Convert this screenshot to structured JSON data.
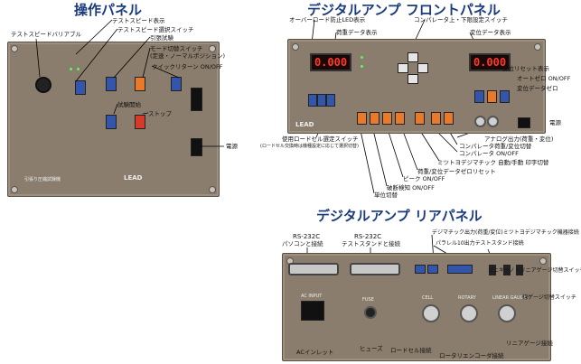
{
  "titles": {
    "operation": "操作パネル",
    "front": "デジタルアンプ フロントパネル",
    "rear": "デジタルアンプ リアパネル"
  },
  "operation_labels": {
    "speed_variable": "テストスピードバリアブル",
    "speed_display": "テストスピード表示",
    "speed_select": "テストスピード選択スイッチ",
    "pull_test": "引張試験",
    "mode_switch": "モード切替スイッチ",
    "mode_switch_sub": "(定速・ノーマルポジション)",
    "quick_return": "クイックリターン ON/OFF",
    "test_start": "試験開始",
    "stop": "ストップ",
    "power": "電源",
    "panel_text": "引張り圧縮試験機",
    "logo": "LEAD"
  },
  "front_labels": {
    "overload_led": "オーバーロード防止LED表示",
    "load_display": "荷重データ表示",
    "comparator_switch": "コンパレータ上・下限設定スイッチ",
    "disp_display": "変位データ表示",
    "disp_reset": "変位リセット表示",
    "auto_zero": "オートゼロ ON/OFF",
    "disp_zero": "変位データゼロ",
    "power": "電源",
    "analog_out": "アナログ出力(荷重・変位)",
    "comp_select": "コンパレータ荷重/変位切替",
    "comp_onoff": "コンパレータ ON/OFF",
    "mitutoyo": "ミツトヨデジマチック 自動/手動 印字切替",
    "load_zero": "荷重/変位データゼロリセット",
    "peak": "ピーク ON/OFF",
    "break_detect": "破断検知 ON/OFF",
    "unit_switch": "単位切替",
    "loadcell_select": "使用ロードセル選定スイッチ",
    "loadcell_note": "(ロードセル交換時は機種設定に応じて選択切替)",
    "display_1": "0.000",
    "display_2": "0.000",
    "logo": "LEAD"
  },
  "rear_labels": {
    "rs232_pc": "RS-232C",
    "rs232_pc_sub": "パソコンと接続",
    "rs232_stand": "RS-232C",
    "rs232_stand_sub": "テストスタンドと接続",
    "digimatic": "デジマチック出力(荷重/変位)ミツトヨデジマチック機器接続",
    "parallel": "パラレル10出力テストスタンド接続",
    "linear_switch": "ビニキーノ・リニアゲージ切替スイッチ",
    "linear_switch2": "線ゲージ切替スイッチ",
    "linear_gauge": "リニアゲージ接続",
    "ac_inlet": "ACインレット",
    "fuse": "ヒューズ",
    "loadcell": "ロードセル接続",
    "rotary": "ロータリエンコーダ接続",
    "ac_input": "AC INPUT",
    "fuse_text": "FUSE",
    "cell_text": "CELL",
    "rotary_text": "ROTARY",
    "linear_text": "LINEAR GAUGE"
  },
  "colors": {
    "panel": "#8a7d6d",
    "blue_button": "#3355aa",
    "orange_button": "#e87a2a",
    "red_button": "#d63a2a",
    "title": "#1a3a7a",
    "lcd_text": "#ff3a2a"
  }
}
